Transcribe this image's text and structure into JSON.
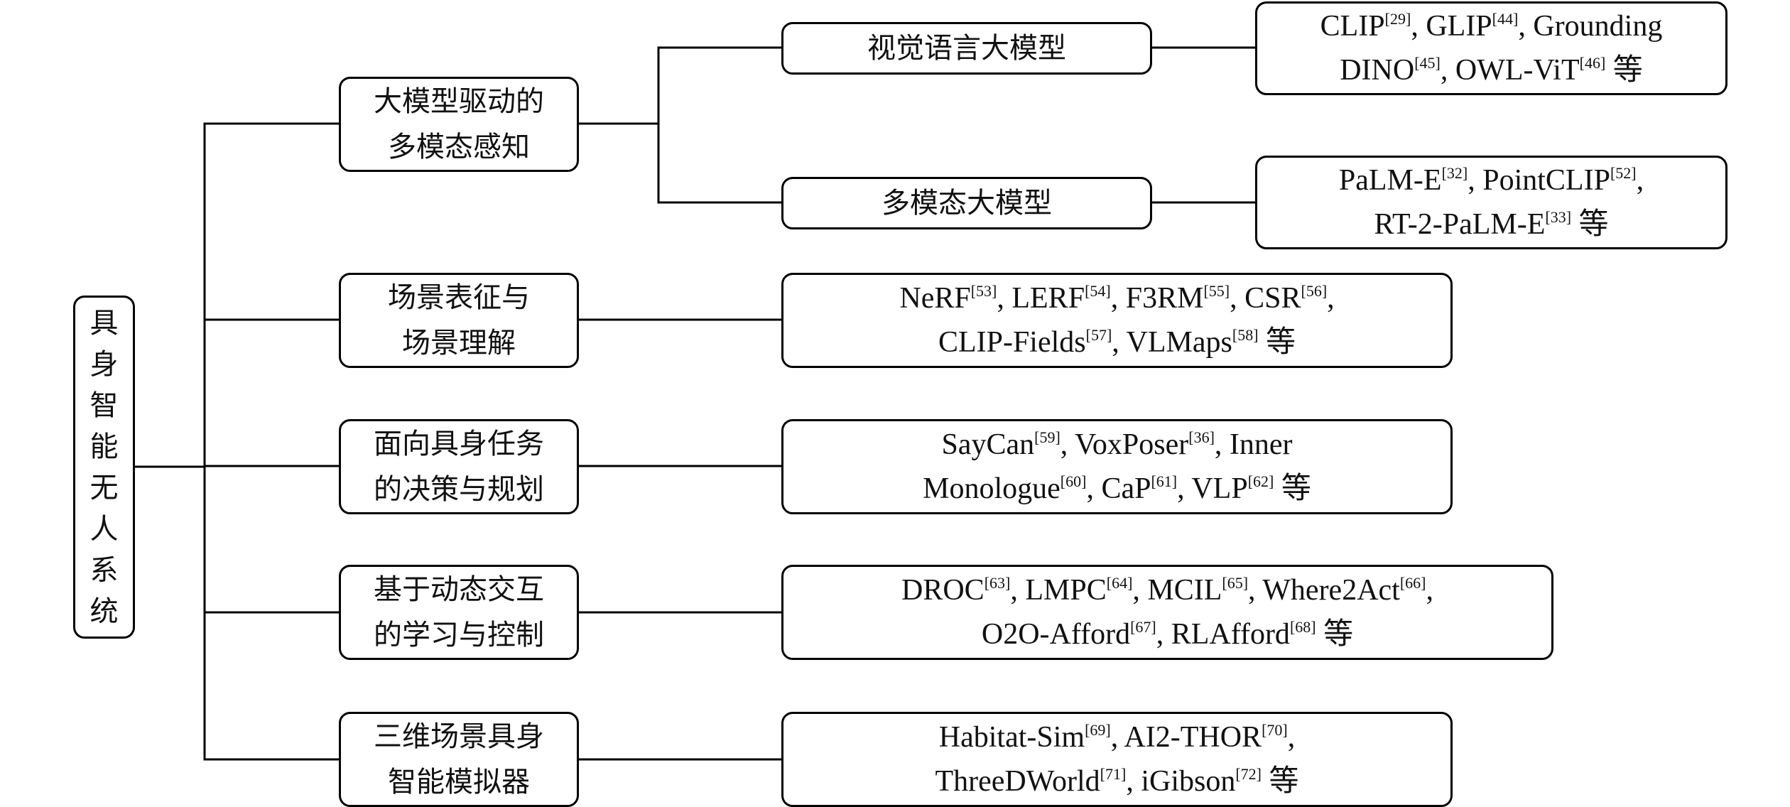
{
  "root": {
    "chars": [
      "具",
      "身",
      "智",
      "能",
      "无",
      "人",
      "系",
      "统"
    ]
  },
  "branches": [
    {
      "lines": [
        "大模型驱动的",
        "多模态感知"
      ],
      "children": [
        {
          "label": "视觉语言大模型",
          "examples": [
            [
              [
                "CLIP",
                "29"
              ],
              [
                ", GLIP",
                "44"
              ],
              [
                ", Grounding",
                ""
              ]
            ],
            [
              [
                "DINO",
                "45"
              ],
              [
                ", OWL-ViT",
                "46"
              ],
              [
                " 等",
                ""
              ]
            ]
          ]
        },
        {
          "label": "多模态大模型",
          "examples": [
            [
              [
                "PaLM-E",
                "32"
              ],
              [
                ", PointCLIP",
                "52"
              ],
              [
                ",",
                ""
              ]
            ],
            [
              [
                "RT-2-PaLM-E",
                "33"
              ],
              [
                " 等",
                ""
              ]
            ]
          ]
        }
      ]
    },
    {
      "lines": [
        "场景表征与",
        "场景理解"
      ],
      "examples": [
        [
          [
            "NeRF",
            "53"
          ],
          [
            ", LERF",
            "54"
          ],
          [
            ", F3RM",
            "55"
          ],
          [
            ", CSR",
            "56"
          ],
          [
            ",",
            ""
          ]
        ],
        [
          [
            "CLIP-Fields",
            "57"
          ],
          [
            ", VLMaps",
            "58"
          ],
          [
            " 等",
            ""
          ]
        ]
      ]
    },
    {
      "lines": [
        "面向具身任务",
        "的决策与规划"
      ],
      "examples": [
        [
          [
            "SayCan",
            "59"
          ],
          [
            ", VoxPoser",
            "36"
          ],
          [
            ", Inner",
            ""
          ]
        ],
        [
          [
            "Monologue",
            "60"
          ],
          [
            ", CaP",
            "61"
          ],
          [
            ", VLP",
            "62"
          ],
          [
            " 等",
            ""
          ]
        ]
      ]
    },
    {
      "lines": [
        "基于动态交互",
        "的学习与控制"
      ],
      "examples": [
        [
          [
            "DROC",
            "63"
          ],
          [
            ", LMPC",
            "64"
          ],
          [
            ", MCIL",
            "65"
          ],
          [
            ", Where2Act",
            "66"
          ],
          [
            ",",
            ""
          ]
        ],
        [
          [
            "O2O-Afford",
            "67"
          ],
          [
            ", RLAfford",
            "68"
          ],
          [
            " 等",
            ""
          ]
        ]
      ]
    },
    {
      "lines": [
        "三维场景具身",
        "智能模拟器"
      ],
      "examples": [
        [
          [
            "Habitat-Sim",
            "69"
          ],
          [
            ", AI2-THOR",
            "70"
          ],
          [
            ",",
            ""
          ]
        ],
        [
          [
            "ThreeDWorld",
            "71"
          ],
          [
            ", iGibson",
            "72"
          ],
          [
            " 等",
            ""
          ]
        ]
      ]
    }
  ]
}
